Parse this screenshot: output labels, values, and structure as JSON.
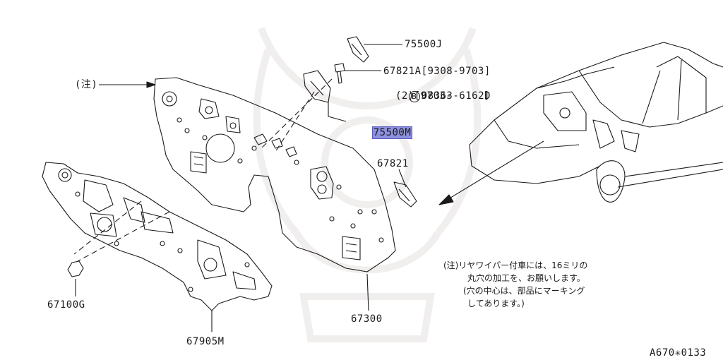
{
  "diagram": {
    "part_labels": {
      "p75500J": "75500J",
      "p67821A": "67821A[9308-9703]",
      "b_circle": "B",
      "p08363": "08363-6162D",
      "p08363_qty": "(2)[9703-     ]",
      "p75500M": "75500M",
      "p67821": "67821",
      "p67100G": "67100G",
      "p67300": "67300",
      "p67905M": "67905M"
    },
    "note_marker": "(注)",
    "note_lines": [
      "(注)リヤワイパー付車には、16ミリの",
      "丸穴の加工を、お願いします。",
      "(穴の中心は、部品にマーキング",
      "してあります。)"
    ],
    "diagram_code": "A670✳0133",
    "highlight_color": "#8d8fe0"
  }
}
